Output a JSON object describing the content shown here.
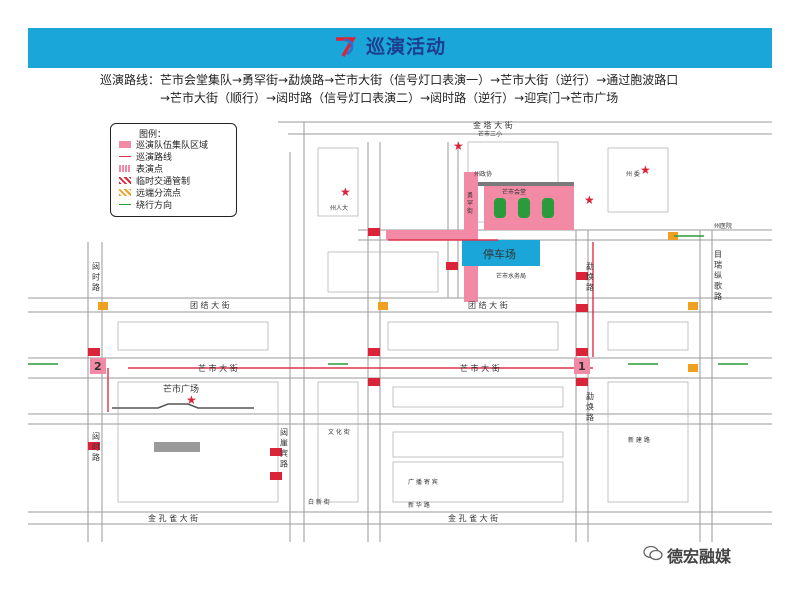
{
  "header": {
    "title": "巡演活动",
    "banner_color": "#1aa6d8",
    "title_color": "#1d3e8f"
  },
  "route": {
    "line1": "巡演路线：芒市会堂集队→勇罕街→勐焕路→芒市大街（信号灯口表演一）→芒市大街（逆行）→通过胞波路口",
    "line2": "→芒市大街（顺行）→闼时路（信号灯口表演二）→闼时路（逆行）→迎宾门→芒市广场"
  },
  "legend": {
    "title": "图例：",
    "items": [
      {
        "label": "巡演队伍集队区域",
        "icon": "pink-area-swatch",
        "color": "#f28aa5"
      },
      {
        "label": "巡演路线",
        "icon": "red-arrow",
        "color": "#e0304a"
      },
      {
        "label": "表演点",
        "icon": "grid-swatch",
        "color": "#f28aa5"
      },
      {
        "label": "临时交通管制",
        "icon": "red-hatch-swatch",
        "color": "#d9243a"
      },
      {
        "label": "远端分流点",
        "icon": "orange-hatch-swatch",
        "color": "#f0a020"
      },
      {
        "label": "绕行方向",
        "icon": "green-arrow",
        "color": "#2a9a3a"
      }
    ]
  },
  "streets": {
    "jinta": "金 塔 大 街",
    "tuanjie_left": "团 结 大 街",
    "tuanjie_right": "团 结 大 街",
    "mangshi_left": "芒 市 大 街",
    "mangshi_right": "芒 市 大 街",
    "mengjiu": "勐 焕 路",
    "mengjiu_low": "勐 焕 路",
    "tashi": "闼 时 路",
    "tashi_low": "闼 时 路",
    "jinkongque": "金 孔 雀 大 街",
    "jinkongque_right": "金 孔 雀 大 街",
    "yingbin": "闼 崖 宾 路",
    "mubanan": "目 瑞 纵 歌 路",
    "yonghan": "勇 罕 街",
    "plaza": "芒市广场",
    "parking": "停车场",
    "huitang": "芒市会堂",
    "renda": "州人大",
    "tuanwei": "州 委",
    "zhengxie": "州政协",
    "yiyuan": "州医院",
    "sanxiao": "芒市三小",
    "wenhua": "文 化 街",
    "xinjian": "新 建 路",
    "guangbo": "广 播 寄 宾",
    "shuiwu": "芒市水务局",
    "baihua": "白 新 街",
    "xinhua": "新 华 路"
  },
  "markers": {
    "point1": "1",
    "point2": "2"
  },
  "brand": {
    "name": "德宏融媒"
  }
}
